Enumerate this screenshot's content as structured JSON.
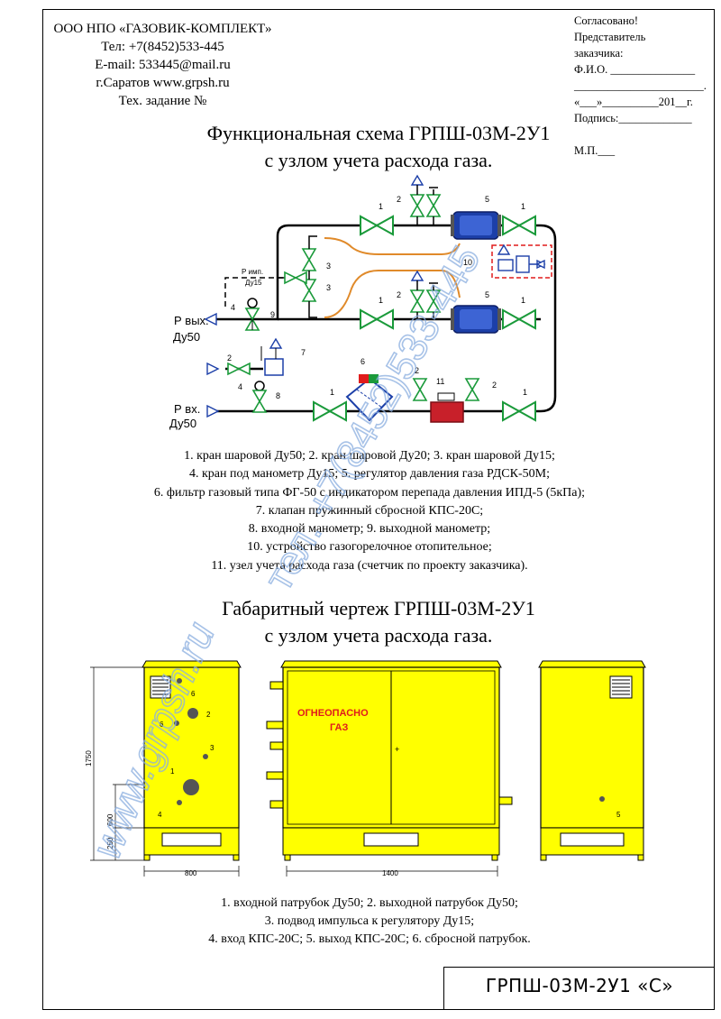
{
  "company": {
    "lines": [
      "ООО НПО «ГАЗОВИК-КОМПЛЕКТ»",
      "Тел: +7(8452)533-445",
      "E-mail: 533445@mail.ru",
      "г.Саратов  www.grpsh.ru",
      "Тех. задание №"
    ]
  },
  "approval": {
    "lines": [
      "Согласовано!",
      "Представитель",
      "заказчика:",
      "Ф.И.О. _______________",
      "_______________________.",
      "«___»__________201__г.",
      "Подпись:_____________",
      "",
      "М.П.___"
    ]
  },
  "scheme": {
    "title_line1": "Функциональная схема ГРПШ-03М-2У1",
    "title_line2": "с узлом учета расхода газа.",
    "labels": {
      "p_out": "Р вых.",
      "p_out_dn": "Ду50",
      "p_in": "Р вх.",
      "p_in_dn": "Ду50",
      "p_imp": "Р имп.",
      "p_imp_dn": "Ду15"
    },
    "legend": [
      "1. кран шаровой Ду50; 2. кран шаровой Ду20; 3. кран шаровой Ду15;",
      "4. кран под манометр Ду15; 5. регулятор давления газа РДСК-50М;",
      "6. фильтр газовый типа ФГ-50 с индикатором перепада давления ИПД-5 (5кПа);",
      "7. клапан пружинный сбросной КПС-20С;",
      "8. входной манометр; 9. выходной манометр;",
      "10. устройство газогорелочное отопительное;",
      "11. узел учета расхода газа (счетчик по проекту заказчика)."
    ]
  },
  "drawing": {
    "title_line1": "Габаритный чертеж ГРПШ-03М-2У1",
    "title_line2": "с узлом учета расхода газа.",
    "warning_line1": "ОГНЕОПАСНО",
    "warning_line2": "ГАЗ",
    "dims": {
      "height": "1750",
      "mid": "600",
      "base": "250",
      "width_side": "800",
      "width_front": "1400"
    },
    "legend": [
      "1. входной патрубок Ду50; 2. выходной патрубок Ду50;",
      "3. подвод импульса к регулятору Ду15;",
      "4. вход КПС-20С; 5. выход КПС-20С; 6. сбросной патрубок."
    ]
  },
  "stamp": {
    "text": "ГРПШ-03М-2У1 «С»"
  },
  "watermarks": [
    "www.grpsh.ru",
    "тел. +7(8452)533-445"
  ],
  "colors": {
    "valve": "#1a9a3a",
    "regulator": "#1c3fa8",
    "pipe_orange": "#e08a2a",
    "cabinet": "#ffff00",
    "accent_red": "#e01c1c",
    "watermark": "#8aaee0"
  }
}
